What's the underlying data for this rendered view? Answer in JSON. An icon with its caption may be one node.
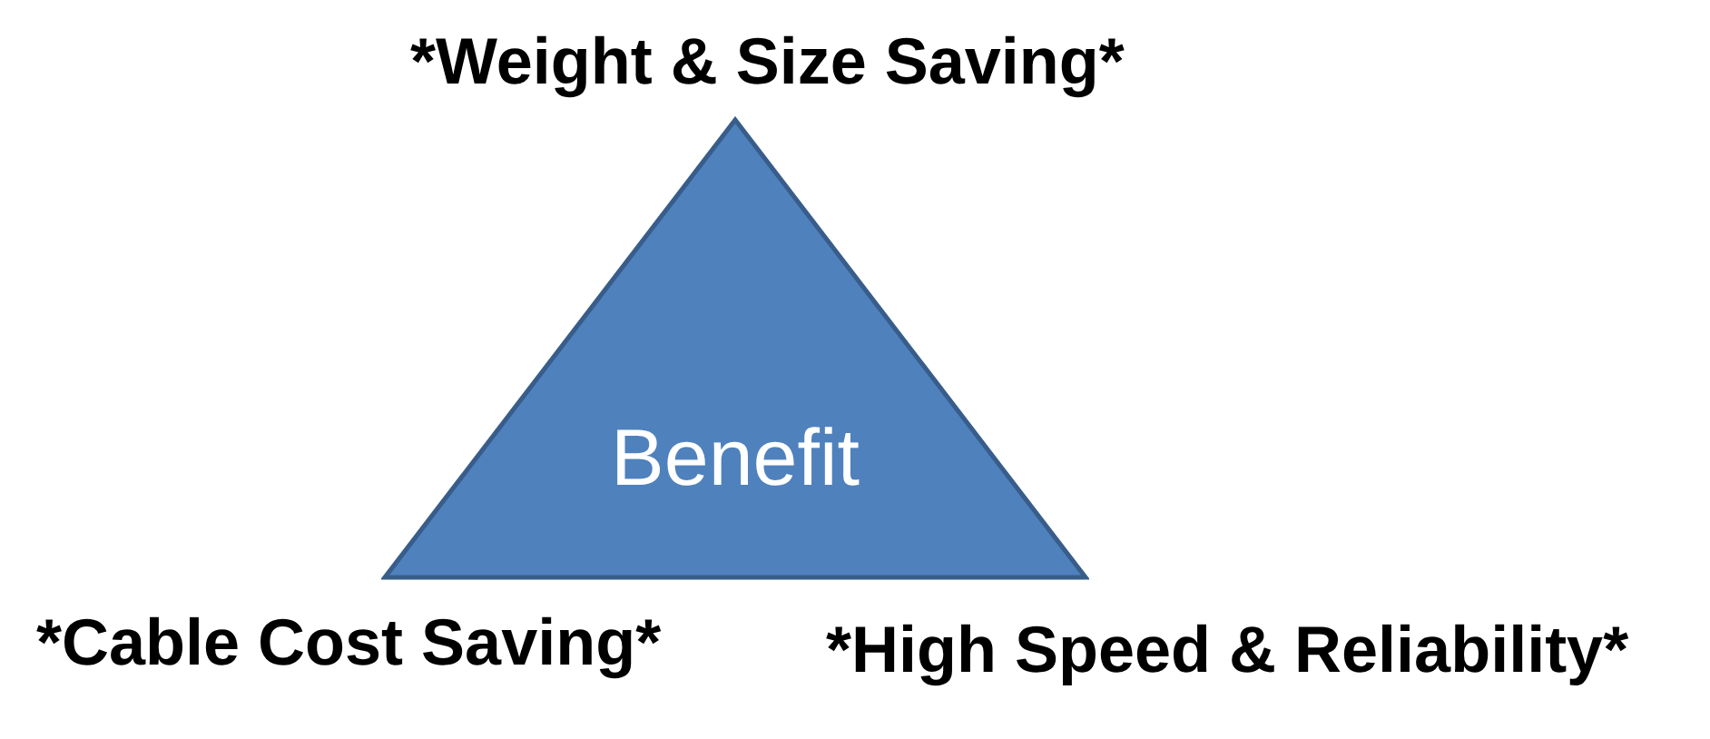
{
  "diagram": {
    "nodes": [
      {
        "text": [
          "Benefit"
        ],
        "beside": [
          "*Weight & Size Saving*",
          "*Cable Cost Saving*",
          "*High Speed & Reliability*"
        ]
      }
    ]
  }
}
